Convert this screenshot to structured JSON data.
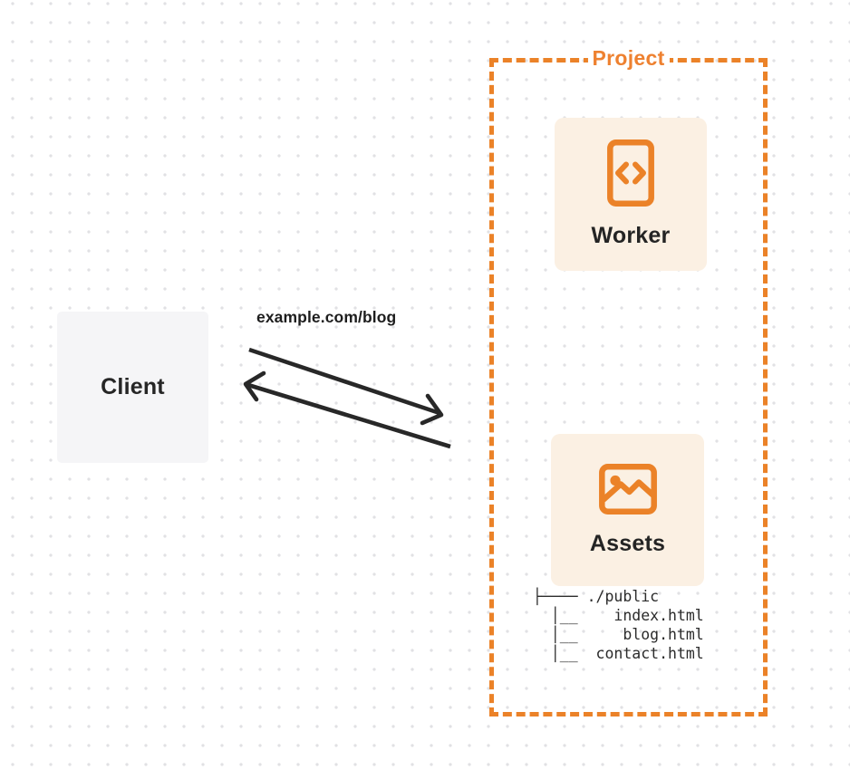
{
  "colors": {
    "accent_orange": "#EB8228",
    "card_background": "#FBF0E3",
    "client_background": "#F5F5F7",
    "ink": "#242424",
    "dot_grid": "#E1E1E4"
  },
  "client": {
    "label": "Client"
  },
  "request": {
    "url": "example.com/blog"
  },
  "project": {
    "label": "Project",
    "worker": {
      "label": "Worker",
      "icon": "code-brackets-icon"
    },
    "assets": {
      "label": "Assets",
      "icon": "image-icon"
    },
    "file_tree": {
      "lines": [
        "├──── ./public",
        "  │__    index.html",
        "  │__     blog.html",
        "  │__  contact.html"
      ]
    }
  }
}
